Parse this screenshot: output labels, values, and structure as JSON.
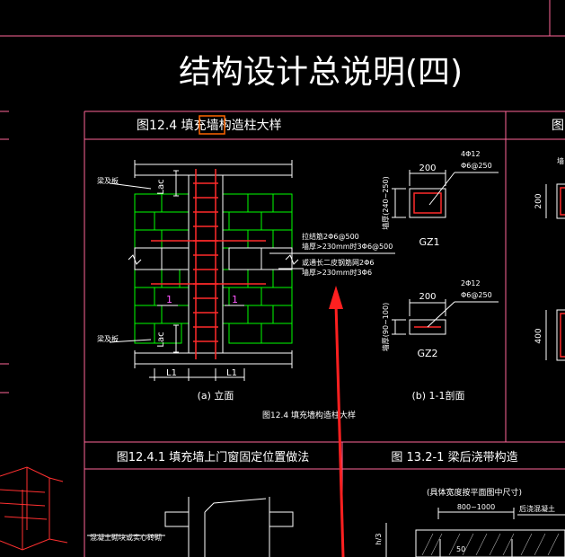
{
  "sheet_title": "结构设计总说明(四)",
  "sec_12_4": {
    "header": "图12.4  填充墙构造柱大样",
    "header_prefix": "图12.4  填充墙",
    "header_highlight": "构造",
    "header_suffix": "柱大样",
    "left_label_top": "梁及板",
    "left_label_bottom": "梁及板",
    "dim_top": "Lac",
    "dim_bottom": "Lac",
    "dim_l1_left": "L1",
    "dim_l1_right": "L1",
    "note_line1": "拉结筋2Φ6@500",
    "note_line2": "墙厚>230mm时3Φ6@500",
    "note_line3": "或通长二皮钢筋网2Φ6",
    "note_line4": "墙厚>230mm时3Φ6",
    "section_mark": "1",
    "caption_a": "(a) 立面",
    "caption_b": "(b) 1-1剖面",
    "footer_caption": "图12.4  填充墙构造柱大样"
  },
  "gz1": {
    "dim_width": "200",
    "dim_height": "墙厚(240~250)",
    "rebar_main": "4Φ12",
    "rebar_stirrup": "Φ6@250",
    "name": "GZ1"
  },
  "gz2": {
    "dim_width": "200",
    "dim_height": "墙厚(90~100)",
    "rebar_main": "2Φ12",
    "rebar_stirrup": "Φ6@250",
    "name": "GZ2"
  },
  "right_partial": {
    "header": "图",
    "dim_200": "200",
    "dim_400": "400",
    "label": "墙"
  },
  "sec_12_4_1": {
    "header": "图12.4.1  填充墙上门窗固定位置做法",
    "label": "混凝土砌块或实心砖砌"
  },
  "sec_13_2_1": {
    "header": "图 13.2-1  梁后浇带构造",
    "note": "(具体宽度按平面图中尺寸)",
    "dim": "800~1000",
    "label": "后浇混凝土",
    "side_dim": "h/3",
    "bottom_dim": "50"
  },
  "colors": {
    "background": "#000000",
    "frame": "#ff6699",
    "wall": "#00ff00",
    "rebar": "#ff2a2a",
    "text": "#ffffff",
    "leader": "#ff2020"
  }
}
